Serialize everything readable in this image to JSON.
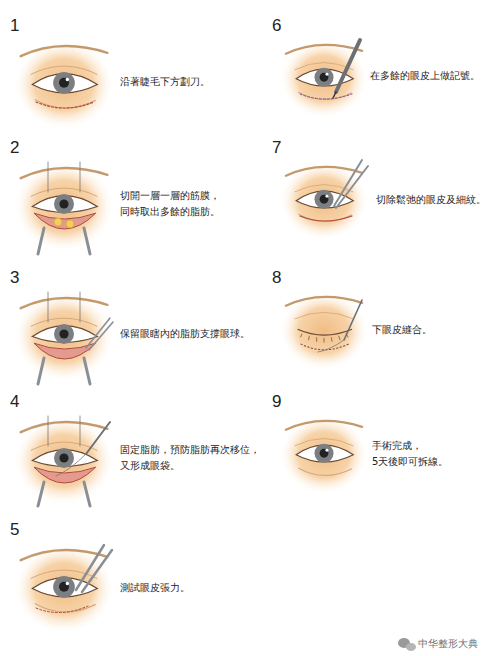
{
  "diagram": {
    "labels": [
      "1",
      "沿著睫毛下方劃刀。",
      "2",
      "切開一層一層的筋膜， 同時取出多餘的脂肪。",
      "3",
      "保留眼瞎內的脂肪支撐眼球。",
      "4",
      "固定脂肪，預防脂肪再次移位， 又形成眼袋。",
      "5",
      "測試眼皮張力。",
      "6",
      "在多餘的眼皮上做記號。",
      "7",
      "切除鬆弛的眼皮及細紋。",
      "8",
      "下眼皮縫合。",
      "9",
      "手術完成， 5天後即可拆線。",
      "中华整形大典"
    ]
  }
}
